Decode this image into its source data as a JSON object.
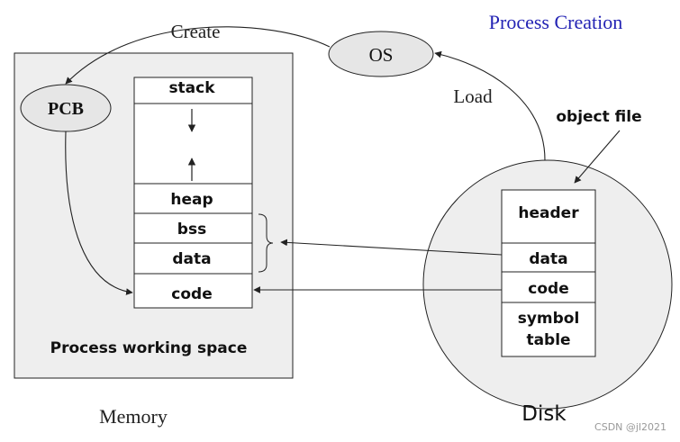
{
  "title": "Process Creation",
  "os": {
    "label": "OS"
  },
  "pcb": {
    "label": "PCB"
  },
  "arrows": {
    "create_label": "Create",
    "load_label": "Load"
  },
  "memory": {
    "caption": "Memory",
    "workspace_label": "Process working space",
    "segments": {
      "stack": "stack",
      "heap": "heap",
      "bss": "bss",
      "data": "data",
      "code": "code"
    }
  },
  "disk": {
    "caption": "Disk",
    "object_file_label": "object file",
    "sections": {
      "header": "header",
      "data": "data",
      "code": "code",
      "symbol_line1": "symbol",
      "symbol_line2": "table"
    }
  },
  "watermark": "CSDN @jl2021",
  "colors": {
    "title": "#2323b4",
    "panel_fill": "#eeeeee",
    "oval_fill": "#e6e6e6",
    "stroke": "#222222"
  }
}
